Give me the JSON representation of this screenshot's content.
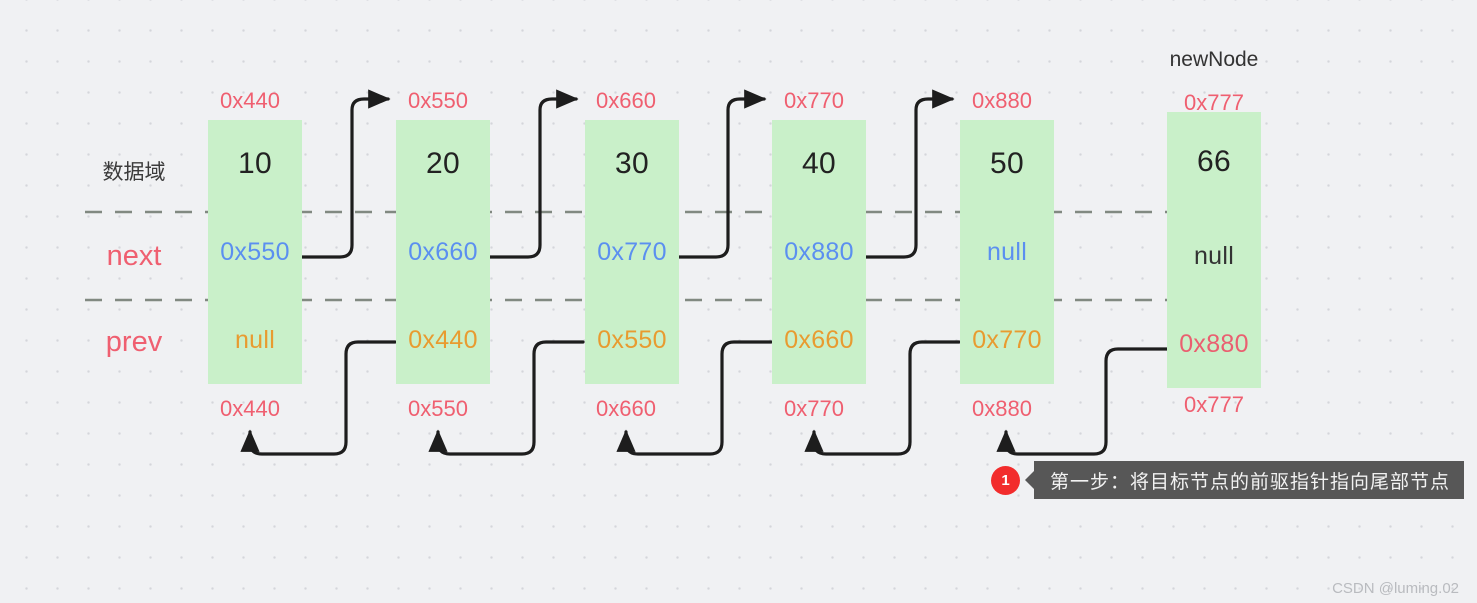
{
  "diagram": {
    "title_label": "newNode",
    "row_labels": {
      "data": "数据域",
      "next": "next",
      "prev": "prev"
    },
    "nodes": [
      {
        "name": "node-10",
        "top_addr": "0x440",
        "data": "10",
        "next": "0x550",
        "prev": "null",
        "bottom_addr": "0x440",
        "next_is_null": false,
        "prev_is_null": true
      },
      {
        "name": "node-20",
        "top_addr": "0x550",
        "data": "20",
        "next": "0x660",
        "prev": "0x440",
        "bottom_addr": "0x550",
        "next_is_null": false,
        "prev_is_null": false
      },
      {
        "name": "node-30",
        "top_addr": "0x660",
        "data": "30",
        "next": "0x770",
        "prev": "0x550",
        "bottom_addr": "0x660",
        "next_is_null": false,
        "prev_is_null": false
      },
      {
        "name": "node-40",
        "top_addr": "0x770",
        "data": "40",
        "next": "0x880",
        "prev": "0x660",
        "bottom_addr": "0x770",
        "next_is_null": false,
        "prev_is_null": false
      },
      {
        "name": "node-50",
        "top_addr": "0x880",
        "data": "50",
        "next": "null",
        "prev": "0x770",
        "bottom_addr": "0x880",
        "next_is_null": true,
        "prev_is_null": false
      }
    ],
    "new_node": {
      "label": "newNode",
      "top_addr": "0x777",
      "data": "66",
      "next": "null",
      "prev": "0x880",
      "bottom_addr": "0x777"
    },
    "callout": {
      "step_number": "1",
      "text": "第一步：将目标节点的前驱指针指向尾部节点"
    },
    "watermark": "CSDN @luming.02",
    "colors": {
      "node_fill": "#c9f0c9",
      "address_red": "#ef5f70",
      "next_blue": "#5b8ff0",
      "prev_orange": "#e89b30",
      "badge_red": "#f22c2c",
      "callout_bg": "#575757",
      "background": "#f0f1f3"
    }
  }
}
